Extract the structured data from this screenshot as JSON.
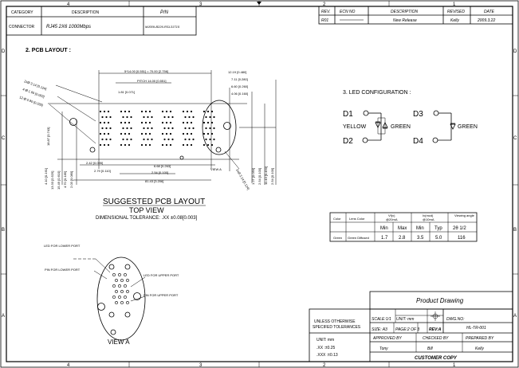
{
  "sheet": {
    "col_markers_top": [
      "4",
      "3",
      "2",
      "1"
    ],
    "col_markers_bottom": [
      "4",
      "3",
      "2",
      "1"
    ],
    "row_markers": [
      "D",
      "C",
      "B",
      "A"
    ]
  },
  "header_table": {
    "col_category": "CATEGORY",
    "col_description": "DESCRIPTION",
    "col_pn": "P/N",
    "category": "CONNECTOR",
    "description": "RJ45 2X6 1000Mbps",
    "pn": "MJ009-B226-RSL31T15"
  },
  "revision_table": {
    "col_rev": "REV.",
    "col_ecn": "ECN NO",
    "col_description": "DESCRIPTION",
    "col_revised": "REVISED",
    "col_date": "DATE",
    "rev": "R01",
    "ecn": "",
    "description": "New Release",
    "revised": "Kelly",
    "date": "2009.3.22"
  },
  "pcb": {
    "section_title": "2. PCB LAYOUT :",
    "dim_total": "5*14.00 [0.551] = 70.00 [2.756]",
    "dim_pitch": "PITCH 14.00 [0.551]",
    "dim_181": "1.81 [0.071]",
    "dim_r1": "12.19 [0.480]",
    "dim_r2": "7.11 [0.280]",
    "dim_r3": "6.60 [0.260]",
    "dim_r4": "4.06 [0.160]",
    "dim_d1": "2xØ 3.14 [0.124]",
    "dim_d2": "4-Ø 1.60 [0.063]",
    "dim_d3": "12-Ø 0.90 [0.035]",
    "dim_v1": "18.87 [0.743]",
    "dim_b1": "2.42 [0.095]",
    "dim_b2": "2.79 [0.110]",
    "dim_b3": "6.68 [0.263]",
    "dim_b4": "2.54 [0.100]",
    "dim_b5": "81.43 [3.206]",
    "dim_v2": "4.10 [0.161]",
    "dim_v3": "13.33 [0.525]",
    "dim_v4": "15.49 [0.610]",
    "dim_v5": "4.70 [0.185]",
    "dim_v6": "2.03 [0.080]",
    "dim_v7": "1.27 [0.050]",
    "dim_v8": "2.54 [0.100]",
    "dim_v9": "11.43 [0.450]",
    "dim_v10": "2.54 [0.100]",
    "dim_d4": "2xØ 3.14 [0.124]",
    "view_a_label": "VIEW A",
    "suggested_title": "SUGGESTED PCB LAYOUT",
    "top_view": "TOP VIEW",
    "tolerance": "DIMENSIONAL TOLERANCE: .XX ±0.08[0.003]"
  },
  "view_a": {
    "led_lower": "LED FOR LOWER PORT",
    "pin_lower": "PIN FOR LOWER PORT",
    "led_upper": "LED FOR UPPER PORT",
    "pin_upper": "PIN FOR UPPER PORT",
    "title": "VIEW A"
  },
  "led": {
    "section_title": "3. LED CONFIGURATION :",
    "d1": "D1",
    "d2": "D2",
    "d3": "D3",
    "d4": "D4",
    "yellow": "YELLOW",
    "green_left": "GREEN",
    "green_right": "GREEN"
  },
  "led_table": {
    "h_color": "Color",
    "h_lens": "Lens Color",
    "h_vf": "Vf(v)",
    "h_vf_sub": "@20mA",
    "h_iv": "Iv(mcd)",
    "h_iv_sub": "@10mA",
    "h_angle": "Viewing angle",
    "min": "Min",
    "max": "Max",
    "min2": "Min",
    "typ": "Typ",
    "angle_sym": "2θ 1/2",
    "color": "Green",
    "lens": "Green Diffused",
    "vf_min": "1.7",
    "vf_max": "2.8",
    "iv_min": "3.5",
    "iv_typ": "5.0",
    "angle": "116"
  },
  "title_block": {
    "product_drawing": "Product Drawing",
    "unless": "UNLESS OTHERWISE",
    "specified": "SPECIFED TOLERANCES",
    "scale": "SCALE:1/1",
    "unit": "UNIT: mm",
    "dwg_label": "DWG.NO:",
    "dwg_no": "HL-TR-001",
    "size": "SIZE: A3",
    "page": "PAGE:2 OF 3",
    "rev": "REV:A",
    "approved_by": "APPROVED BY",
    "checked_by": "CHECKED BY",
    "prepared_by": "PREPARED BY",
    "approved": "Tony",
    "checked": "Bill",
    "prepared": "Kelly",
    "unit_block": "UNIT: mm",
    "tol_xx": ".XX   :±0.25",
    "tol_xxx": ".XXX  :±0.13",
    "customer_copy": "CUSTOMER COPY"
  }
}
